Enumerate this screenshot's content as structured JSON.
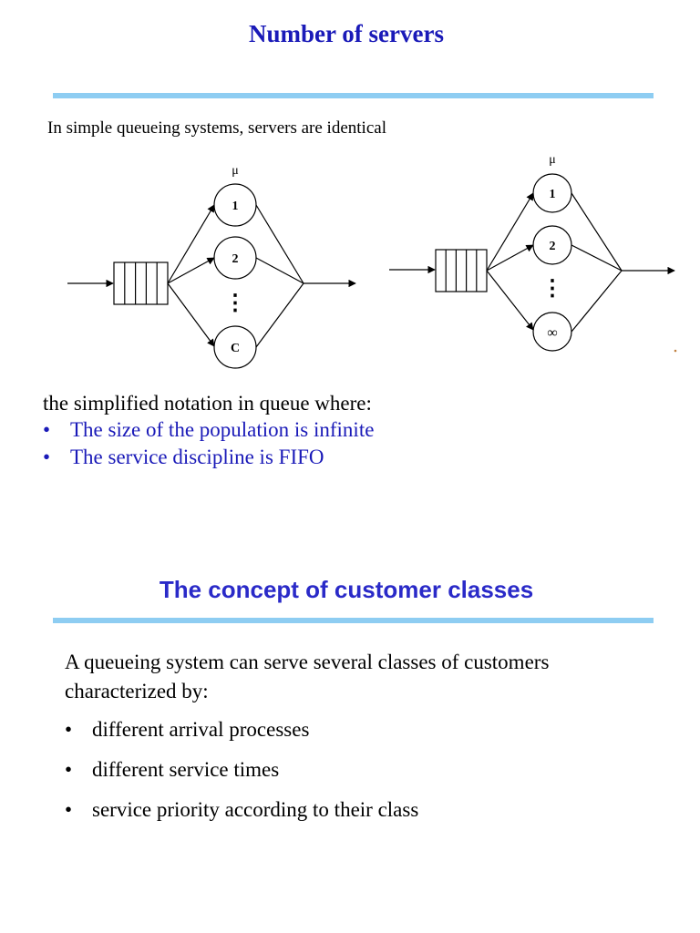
{
  "section1": {
    "title": "Number of servers",
    "intro": "In simple queueing systems, servers are identical",
    "left_diagram": {
      "rate_label": "μ",
      "servers": [
        "1",
        "2",
        "C"
      ],
      "ellipsis": "⋮"
    },
    "right_diagram": {
      "rate_label": "μ",
      "servers": [
        "1",
        "2",
        "∞"
      ],
      "ellipsis": "⋮"
    },
    "notation": "the simplified notation in queue where:",
    "bullets": [
      "The size of the population is infinite",
      "The service discipline is FIFO"
    ]
  },
  "section2": {
    "title": "The concept of customer classes",
    "paragraph": "A queueing system can serve several classes of customers characterized by:",
    "bullets": [
      "different arrival processes",
      "different service times",
      "service priority according to their class"
    ]
  },
  "bullet_symbol": "•",
  "colors": {
    "title_blue": "#1a1ab8",
    "rule_blue": "#8ecdf2"
  }
}
